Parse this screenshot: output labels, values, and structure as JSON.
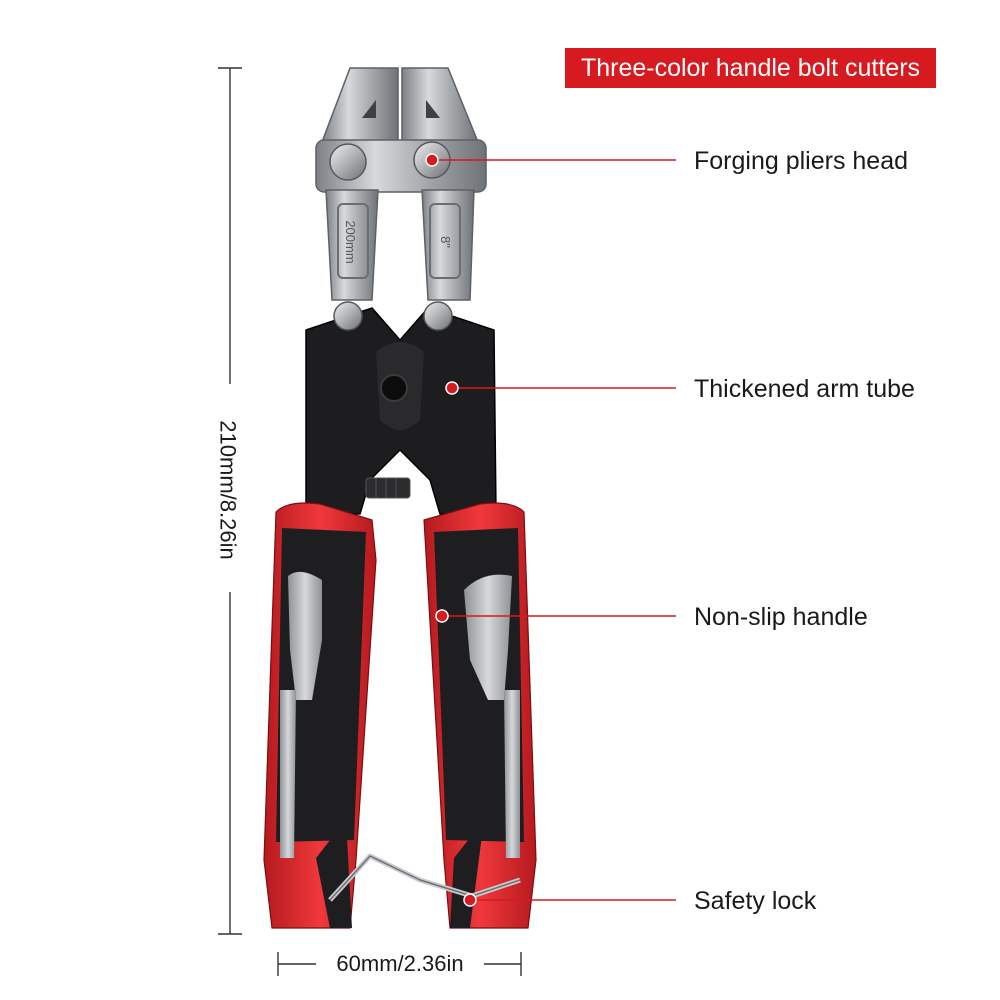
{
  "title": "Three-color handle bolt cutters",
  "features": {
    "head": "Forging pliers head",
    "arm": "Thickened arm tube",
    "handle": "Non-slip handle",
    "lock": "Safety lock"
  },
  "blade_marks": {
    "left": "200mm",
    "right": "8\""
  },
  "dimensions": {
    "height": "210mm/8.26in",
    "width": "60mm/2.36in"
  },
  "colors": {
    "accent": "#d71920",
    "handle_red": "#e02a2a",
    "handle_black": "#1e1e1e",
    "grip_grey": "#b9bcbf",
    "steel": "#a9adb0"
  }
}
